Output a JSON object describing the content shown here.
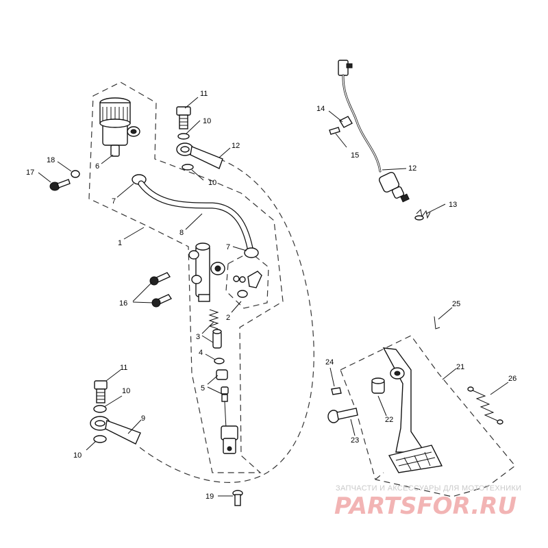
{
  "callouts": [
    {
      "id": "c1",
      "text": "1"
    },
    {
      "id": "c2",
      "text": "2"
    },
    {
      "id": "c3",
      "text": "3"
    },
    {
      "id": "c4",
      "text": "4"
    },
    {
      "id": "c5",
      "text": "5"
    },
    {
      "id": "c6",
      "text": "6"
    },
    {
      "id": "c7a",
      "text": "7"
    },
    {
      "id": "c7b",
      "text": "7"
    },
    {
      "id": "c8",
      "text": "8"
    },
    {
      "id": "c9",
      "text": "9"
    },
    {
      "id": "c10a",
      "text": "10"
    },
    {
      "id": "c10b",
      "text": "10"
    },
    {
      "id": "c10c",
      "text": "10"
    },
    {
      "id": "c10d",
      "text": "10"
    },
    {
      "id": "c11a",
      "text": "11"
    },
    {
      "id": "c11b",
      "text": "11"
    },
    {
      "id": "c12a",
      "text": "12"
    },
    {
      "id": "c12b",
      "text": "12"
    },
    {
      "id": "c13",
      "text": "13"
    },
    {
      "id": "c14",
      "text": "14"
    },
    {
      "id": "c15",
      "text": "15"
    },
    {
      "id": "c16",
      "text": "16"
    },
    {
      "id": "c17",
      "text": "17"
    },
    {
      "id": "c18",
      "text": "18"
    },
    {
      "id": "c19",
      "text": "19"
    },
    {
      "id": "c21",
      "text": "21"
    },
    {
      "id": "c22",
      "text": "22"
    },
    {
      "id": "c23",
      "text": "23"
    },
    {
      "id": "c24",
      "text": "24"
    },
    {
      "id": "c25",
      "text": "25"
    },
    {
      "id": "c26",
      "text": "26"
    }
  ],
  "watermark": {
    "tagline": "ЗАПЧАСТИ И АКСЕССУАРЫ ДЛЯ МОТОТЕХНИКИ",
    "logo": "PARTSFOR.RU",
    "logo_color": "#f2b4b4",
    "tagline_color": "#c9c9c9"
  }
}
